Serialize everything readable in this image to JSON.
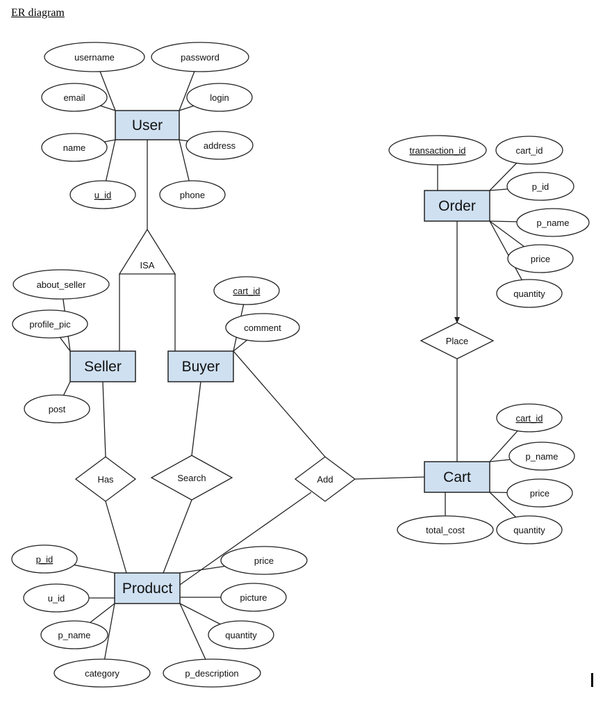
{
  "title": "ER diagram",
  "entities": {
    "user": "User",
    "order": "Order",
    "seller": "Seller",
    "buyer": "Buyer",
    "cart": "Cart",
    "product": "Product"
  },
  "relationships": {
    "isa": "ISA",
    "place": "Place",
    "has": "Has",
    "search": "Search",
    "add": "Add"
  },
  "attributes": {
    "user": [
      {
        "label": "username",
        "key": false
      },
      {
        "label": "password",
        "key": false
      },
      {
        "label": "email",
        "key": false
      },
      {
        "label": "login",
        "key": false
      },
      {
        "label": "name",
        "key": false
      },
      {
        "label": "address",
        "key": false
      },
      {
        "label": "u_id",
        "key": true
      },
      {
        "label": "phone",
        "key": false
      }
    ],
    "order": [
      {
        "label": "transaction_id",
        "key": true
      },
      {
        "label": "cart_id",
        "key": false
      },
      {
        "label": "p_id",
        "key": false
      },
      {
        "label": "p_name",
        "key": false
      },
      {
        "label": "price",
        "key": false
      },
      {
        "label": "quantity",
        "key": false
      }
    ],
    "seller": [
      {
        "label": "about_seller",
        "key": false
      },
      {
        "label": "profile_pic",
        "key": false
      },
      {
        "label": "post",
        "key": false
      }
    ],
    "buyer": [
      {
        "label": "cart_id",
        "key": true
      },
      {
        "label": "comment",
        "key": false
      }
    ],
    "cart": [
      {
        "label": "cart_id",
        "key": true
      },
      {
        "label": "p_name",
        "key": false
      },
      {
        "label": "price",
        "key": false
      },
      {
        "label": "quantity",
        "key": false
      },
      {
        "label": "total_cost",
        "key": false
      }
    ],
    "product": [
      {
        "label": "p_id",
        "key": true
      },
      {
        "label": "u_id",
        "key": false
      },
      {
        "label": "p_name",
        "key": false
      },
      {
        "label": "price",
        "key": false
      },
      {
        "label": "picture",
        "key": false
      },
      {
        "label": "quantity",
        "key": false
      },
      {
        "label": "category",
        "key": false
      },
      {
        "label": "p_description",
        "key": false
      }
    ]
  }
}
